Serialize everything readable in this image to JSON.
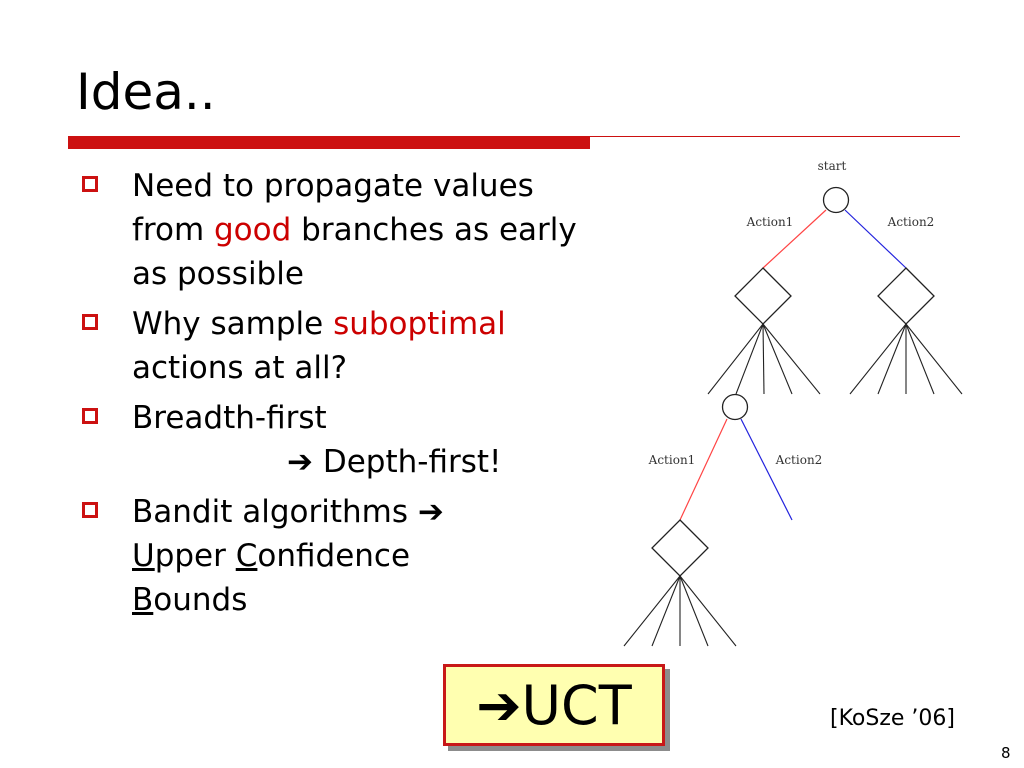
{
  "slide": {
    "title": "Idea..",
    "bullets": [
      {
        "parts": [
          "Need to propagate values from ",
          "good",
          " branches as early as possible"
        ]
      },
      {
        "parts": [
          "Why sample ",
          "suboptimal",
          " actions at all?"
        ]
      },
      {
        "line1": "Breadth-first",
        "arrow": "➔",
        "line2": " Depth-first!"
      },
      {
        "lead": "Bandit algorithms ",
        "arrow": "➔",
        "u1": "U",
        "r1": "pper ",
        "u2": "C",
        "r2": "onfidence ",
        "u3": "B",
        "r3": "ounds"
      }
    ],
    "callout": {
      "arrow": "➔",
      "text": " UCT"
    },
    "citation": "[KoSze ’06]",
    "page_number": "8"
  },
  "diagram": {
    "root_label": "start",
    "top_branch_labels": [
      "Action1",
      "Action2"
    ],
    "sub_branch_labels": [
      "Action1",
      "Action2"
    ]
  },
  "colors": {
    "accent": "#cc1111",
    "branch_left": "#ff4444",
    "branch_right": "#2222dd",
    "callout_bg": "#ffffb0"
  }
}
